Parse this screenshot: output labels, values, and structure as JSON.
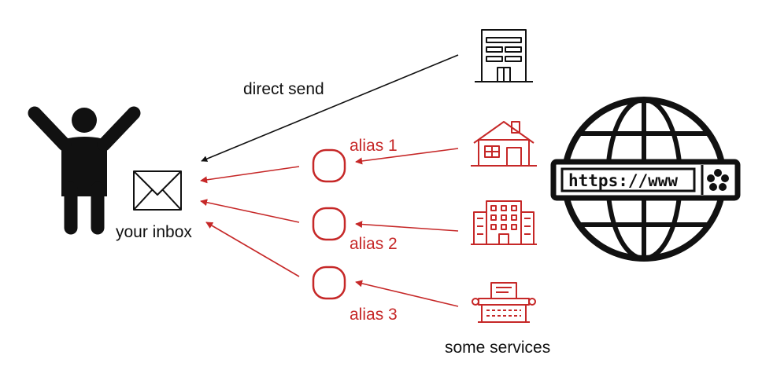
{
  "labels": {
    "direct_send": "direct send",
    "your_inbox": "your inbox",
    "alias_1": "alias 1",
    "alias_2": "alias 2",
    "alias_3": "alias 3",
    "some_services": "some services",
    "url": "https://www"
  },
  "colors": {
    "black": "#111111",
    "red": "#c62828"
  },
  "icons": {
    "person": "person-arms-raised-icon",
    "inbox": "envelope-icon",
    "alias": "rounded-square-icon",
    "office": "office-building-icon",
    "house": "house-icon",
    "apartment": "apartment-building-icon",
    "typewriter": "typewriter-icon",
    "web": "globe-www-icon"
  }
}
